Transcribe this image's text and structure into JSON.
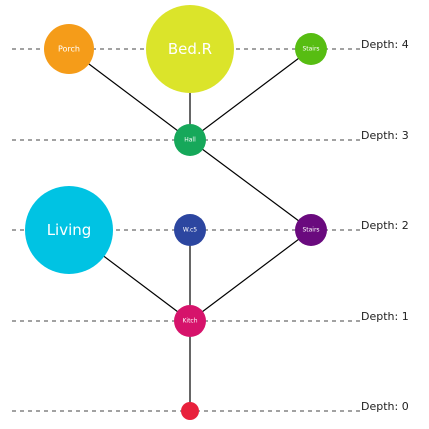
{
  "depth_labels": [
    "Depth: 0",
    "Depth: 1",
    "Depth: 2",
    "Depth: 3",
    "Depth: 4"
  ],
  "nodes": [
    {
      "id": "root",
      "label": "",
      "depth": 0,
      "slot": 1,
      "size": 1,
      "color": "#e8213c"
    },
    {
      "id": "kitchen",
      "label": "Kitch",
      "depth": 1,
      "slot": 1,
      "size": 2,
      "color": "#d6136b"
    },
    {
      "id": "living",
      "label": "Living",
      "depth": 2,
      "slot": 0,
      "size": 5,
      "color": "#00c3e3"
    },
    {
      "id": "wc",
      "label": "W.c5",
      "depth": 2,
      "slot": 1,
      "size": 2,
      "color": "#2c46a0"
    },
    {
      "id": "stairs-2",
      "label": "Stairs",
      "depth": 2,
      "slot": 2,
      "size": 2,
      "color": "#6a0a7e"
    },
    {
      "id": "hall",
      "label": "Hall",
      "depth": 3,
      "slot": 1,
      "size": 2,
      "color": "#16a85a"
    },
    {
      "id": "porch",
      "label": "Porch",
      "depth": 4,
      "slot": 0,
      "size": 3,
      "color": "#f59c19"
    },
    {
      "id": "bedroom",
      "label": "Bed.R",
      "depth": 4,
      "slot": 1,
      "size": 5,
      "color": "#dbe42a"
    },
    {
      "id": "stairs-4",
      "label": "Stairs",
      "depth": 4,
      "slot": 2,
      "size": 2,
      "color": "#57bd12"
    }
  ],
  "edges": [
    [
      "root",
      "kitchen"
    ],
    [
      "kitchen",
      "living"
    ],
    [
      "kitchen",
      "wc"
    ],
    [
      "kitchen",
      "stairs-2"
    ],
    [
      "stairs-2",
      "hall"
    ],
    [
      "hall",
      "porch"
    ],
    [
      "hall",
      "bedroom"
    ],
    [
      "hall",
      "stairs-4"
    ]
  ]
}
